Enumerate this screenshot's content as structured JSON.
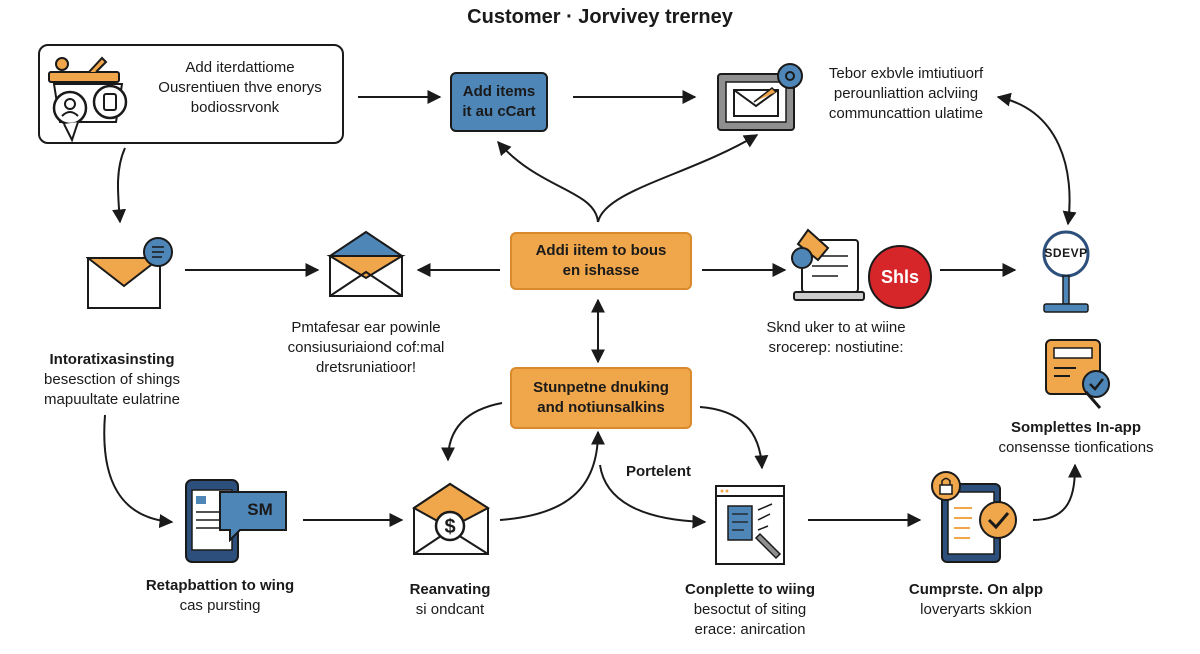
{
  "title": "Customer · Jorvivey trerney",
  "header_note": [
    "Add iterdattiome",
    "Ousrentiuen thve enorys",
    "bodiossrvonk"
  ],
  "blue_box": [
    "Add items",
    "it au cCart"
  ],
  "top_right": [
    "Tebor exbvle imtiutiuorf",
    "perounliattion aclviing",
    "communcattion ulatime"
  ],
  "center_box_1": [
    "Addi iitem to bous",
    "en ishasse"
  ],
  "center_box_2": [
    "Stunpetne dnuking",
    "and notiunsalkins"
  ],
  "left_label": [
    "Intoratixasinsting",
    "besesction of shings",
    "mapuultate eulatrine"
  ],
  "mid_left_label": [
    "Pmtafesar ear powinle",
    "consiusuriaiond cof:mal",
    "dretsruniatioor!"
  ],
  "mid_right_label": [
    "Sknd uker to at wiine",
    "srocerep: nostiutine:"
  ],
  "red_badge": "Shls",
  "desk_sign": "SDEVP",
  "right_label": [
    "Somplettes In-app",
    "consensse tionfications"
  ],
  "port_label": "Portelent",
  "sms_badge": "SM",
  "bottom_1": [
    "Retapbattion to wing",
    "cas pursting"
  ],
  "bottom_2": [
    "Reanvating",
    "si ondcant"
  ],
  "bottom_3": [
    "Conplette to wiing",
    "besoctut of siting",
    "erace: anircation"
  ],
  "bottom_4": [
    "Cumprste. On alpp",
    "loveryarts skkion"
  ],
  "colors": {
    "blue": "#4f86b8",
    "orange": "#f0a64a",
    "red": "#d6262a",
    "navy": "#2d4f7c"
  }
}
